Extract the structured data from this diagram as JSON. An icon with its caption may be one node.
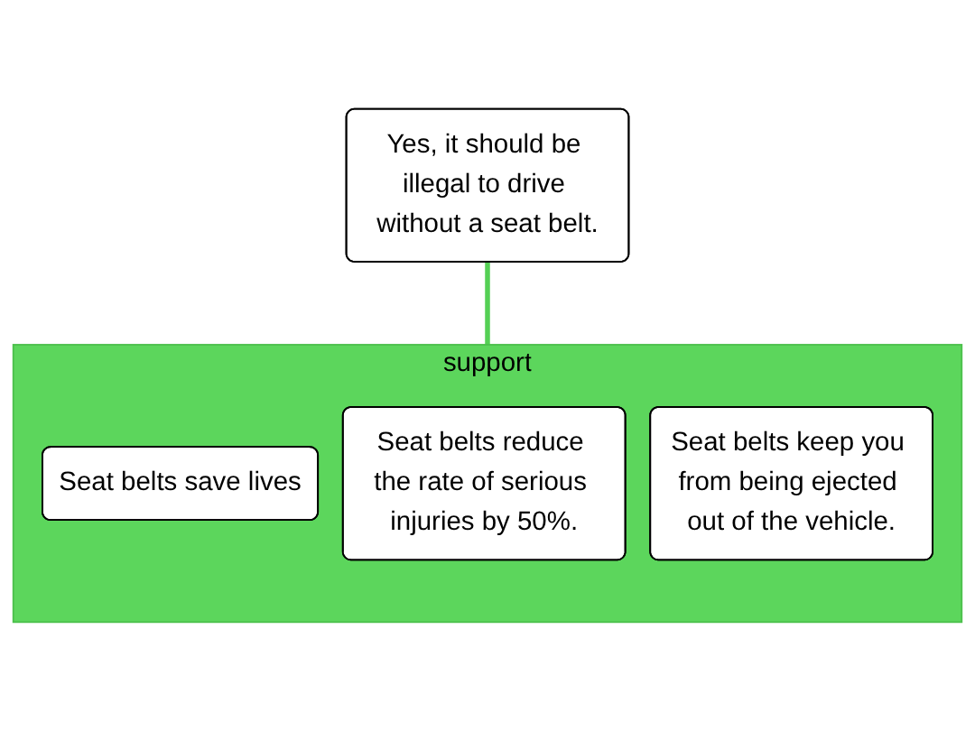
{
  "diagram": {
    "nodes": [
      {
        "text": [
          "Yes, it should be illegal to drive without a seat belt."
        ]
      },
      {
        "text": [
          "support"
        ]
      },
      {
        "text": [
          "Seat belts save lives"
        ],
        "in": 1
      },
      {
        "text": [
          "Seat belts reduce the rate of serious injuries by 50%."
        ],
        "in": 1
      },
      {
        "text": [
          "Seat belts keep you from being ejected out of the vehicle."
        ],
        "in": 1
      }
    ],
    "edges": [
      {
        "from": 1,
        "to": 0,
        "arrow": "none",
        "color": "#55d055"
      }
    ]
  }
}
